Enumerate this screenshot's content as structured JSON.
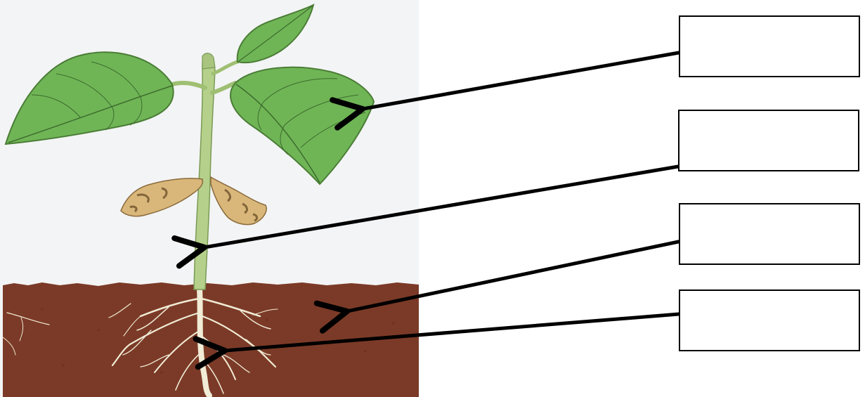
{
  "labels": [
    {
      "id": "box-1",
      "text": "",
      "target": "leaf"
    },
    {
      "id": "box-2",
      "text": "",
      "target": "stem"
    },
    {
      "id": "box-3",
      "text": "",
      "target": "soil"
    },
    {
      "id": "box-4",
      "text": "",
      "target": "root"
    }
  ],
  "colors": {
    "background": "#f3f4f5",
    "soil": "#7b3a27",
    "leaf": "#6fb556",
    "leaf_vein": "#3d6b2c",
    "stem": "#b5d08a",
    "root": "#f0ecd6",
    "cotyledon": "#d9b77a",
    "arrow": "#000000"
  }
}
